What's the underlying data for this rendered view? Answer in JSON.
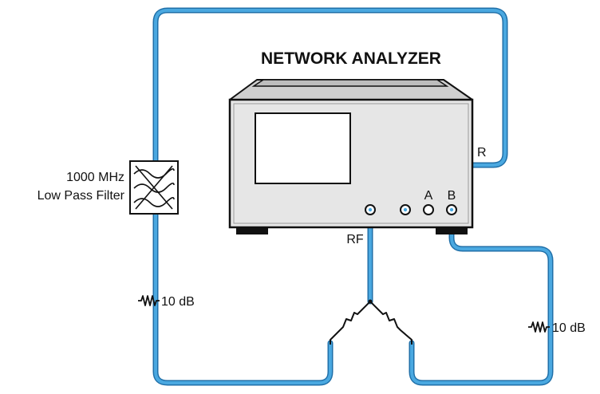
{
  "title": "NETWORK ANALYZER",
  "filter": {
    "line1": "1000 MHz",
    "line2": "Low Pass Filter"
  },
  "ports": {
    "r": "R",
    "a": "A",
    "b": "B",
    "rf": "RF"
  },
  "attenuators": {
    "left": "10 dB",
    "right": "10 dB"
  },
  "colors": {
    "cable": "#3a9ed9",
    "cable_edge": "#1f6fa8",
    "analyzer_body": "#e6e6e6",
    "outline": "#111111"
  }
}
